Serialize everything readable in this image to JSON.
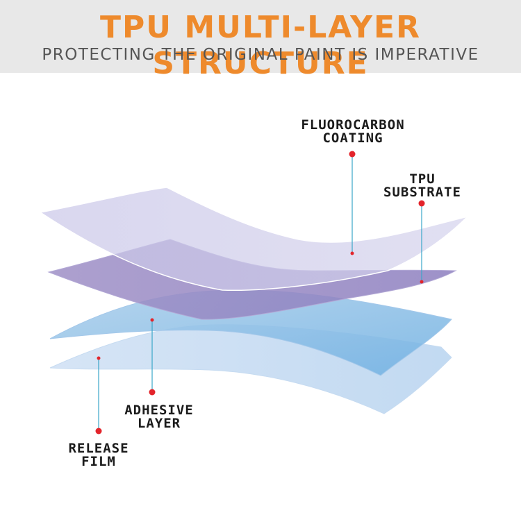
{
  "header": {
    "title": "TPU MULTI-LAYER STRUCTURE",
    "subtitle": "PROTECTING THE ORIGINAL PAINT IS IMPERATIVE"
  },
  "colors": {
    "title": "#ee8a2c",
    "subtitle": "#555555",
    "banner": "#e8e8e8",
    "marker": "#e3242b",
    "leader": "#3aa6c9"
  },
  "diagram": {
    "labels": {
      "fluorocarbon_coating": {
        "line1": "FLUOROCARBON",
        "line2": "COATING"
      },
      "tpu_substrate": {
        "line1": "TPU",
        "line2": "SUBSTRATE"
      },
      "adhesive_layer": {
        "line1": "ADHESIVE",
        "line2": "LAYER"
      },
      "release_film": {
        "line1": "RELEASE",
        "line2": "FILM"
      }
    }
  }
}
